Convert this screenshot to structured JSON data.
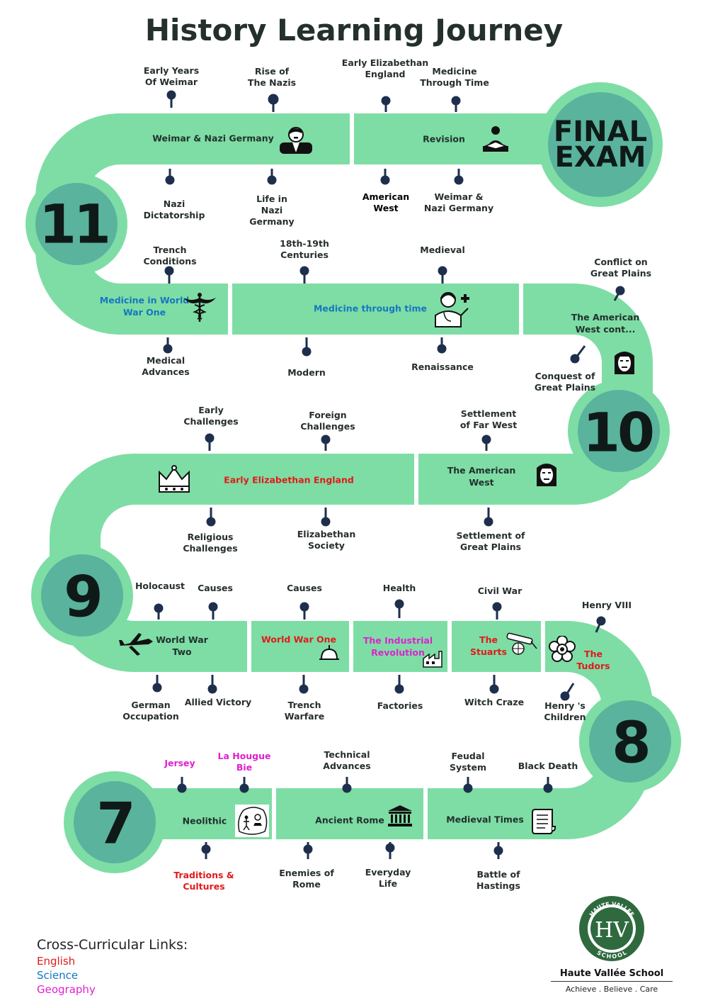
{
  "title": "History Learning Journey",
  "colors": {
    "path": "#7edda5",
    "circle_outer": "#7edda5",
    "circle_inner": "#5ab39d",
    "pin": "#1e2f4d",
    "english": "#e11a1a",
    "science": "#1577c0",
    "geography": "#e020d0"
  },
  "final": {
    "line1": "FINAL",
    "line2": "EXAM"
  },
  "years": {
    "y7": "7",
    "y8": "8",
    "y9": "9",
    "y10": "10",
    "y11": "11"
  },
  "segments": {
    "weimar": "Weimar & Nazi Germany",
    "revision": "Revision",
    "med_ww1": "Medicine in World\nWar One",
    "med_time": "Medicine through time",
    "am_west_cont": "The American\nWest cont...",
    "early_eliz": "Early Elizabethan England",
    "am_west": "The American\nWest",
    "ww2": "World War\nTwo",
    "ww1": "World War One",
    "industrial": "The Industrial\nRevolution",
    "stuarts": "The\nStuarts",
    "tudors": "The\nTudors",
    "neolithic": "Neolithic",
    "rome": "Ancient Rome",
    "medieval": "Medieval Times"
  },
  "topics": {
    "early_weimar": "Early Years\nOf Weimar",
    "rise_nazis": "Rise of\nThe Nazis",
    "early_eliz_top": "Early Elizabethan\nEngland",
    "med_through": "Medicine\nThrough Time",
    "nazi_dict": "Nazi\nDictatorship",
    "life_nazi": "Life in\nNazi\nGermany",
    "american_west": "American\nWest",
    "weimar_nazi": "Weimar &\nNazi Germany",
    "trench_cond": "Trench\nConditions",
    "c18_19": "18th-19th\nCenturies",
    "medieval_top": "Medieval",
    "conflict_plains": "Conflict on\nGreat Plains",
    "medical_adv": "Medical\nAdvances",
    "modern": "Modern",
    "renaissance": "Renaissance",
    "conquest_plains": "Conquest of\nGreat Plains",
    "early_chall": "Early\nChallenges",
    "foreign_chall": "Foreign\nChallenges",
    "settle_far_west": "Settlement\nof Far West",
    "religious_chall": "Religious\nChallenges",
    "eliz_society": "Elizabethan\nSociety",
    "settle_plains": "Settlement of\nGreat Plains",
    "holocaust": "Holocaust",
    "causes_ww2": "Causes",
    "causes_ww1": "Causes",
    "health": "Health",
    "civil_war": "Civil War",
    "henry8": "Henry VIII",
    "german_occ": "German\nOccupation",
    "allied_victory": "Allied Victory",
    "trench_warfare": "Trench\nWarfare",
    "factories": "Factories",
    "witch_craze": "Witch Craze",
    "henrys_children": "Henry 's\nChildren",
    "jersey": "Jersey",
    "la_hougue": "La Hougue\nBie",
    "tech_adv": "Technical\nAdvances",
    "feudal": "Feudal\nSystem",
    "black_death": "Black Death",
    "traditions": "Traditions &\nCultures",
    "enemies_rome": "Enemies of\nRome",
    "everyday_life": "Everyday\nLife",
    "hastings": "Battle of\nHastings"
  },
  "legend": {
    "title": "Cross-Curricular Links:",
    "english": "English",
    "science": "Science",
    "geography": "Geography"
  },
  "school": {
    "logo_top": "HAUTE VALLEE",
    "logo_letters": "HV",
    "logo_bottom": "SCHOOL",
    "name": "Haute Vallée School",
    "motto": "Achieve . Believe . Care"
  }
}
